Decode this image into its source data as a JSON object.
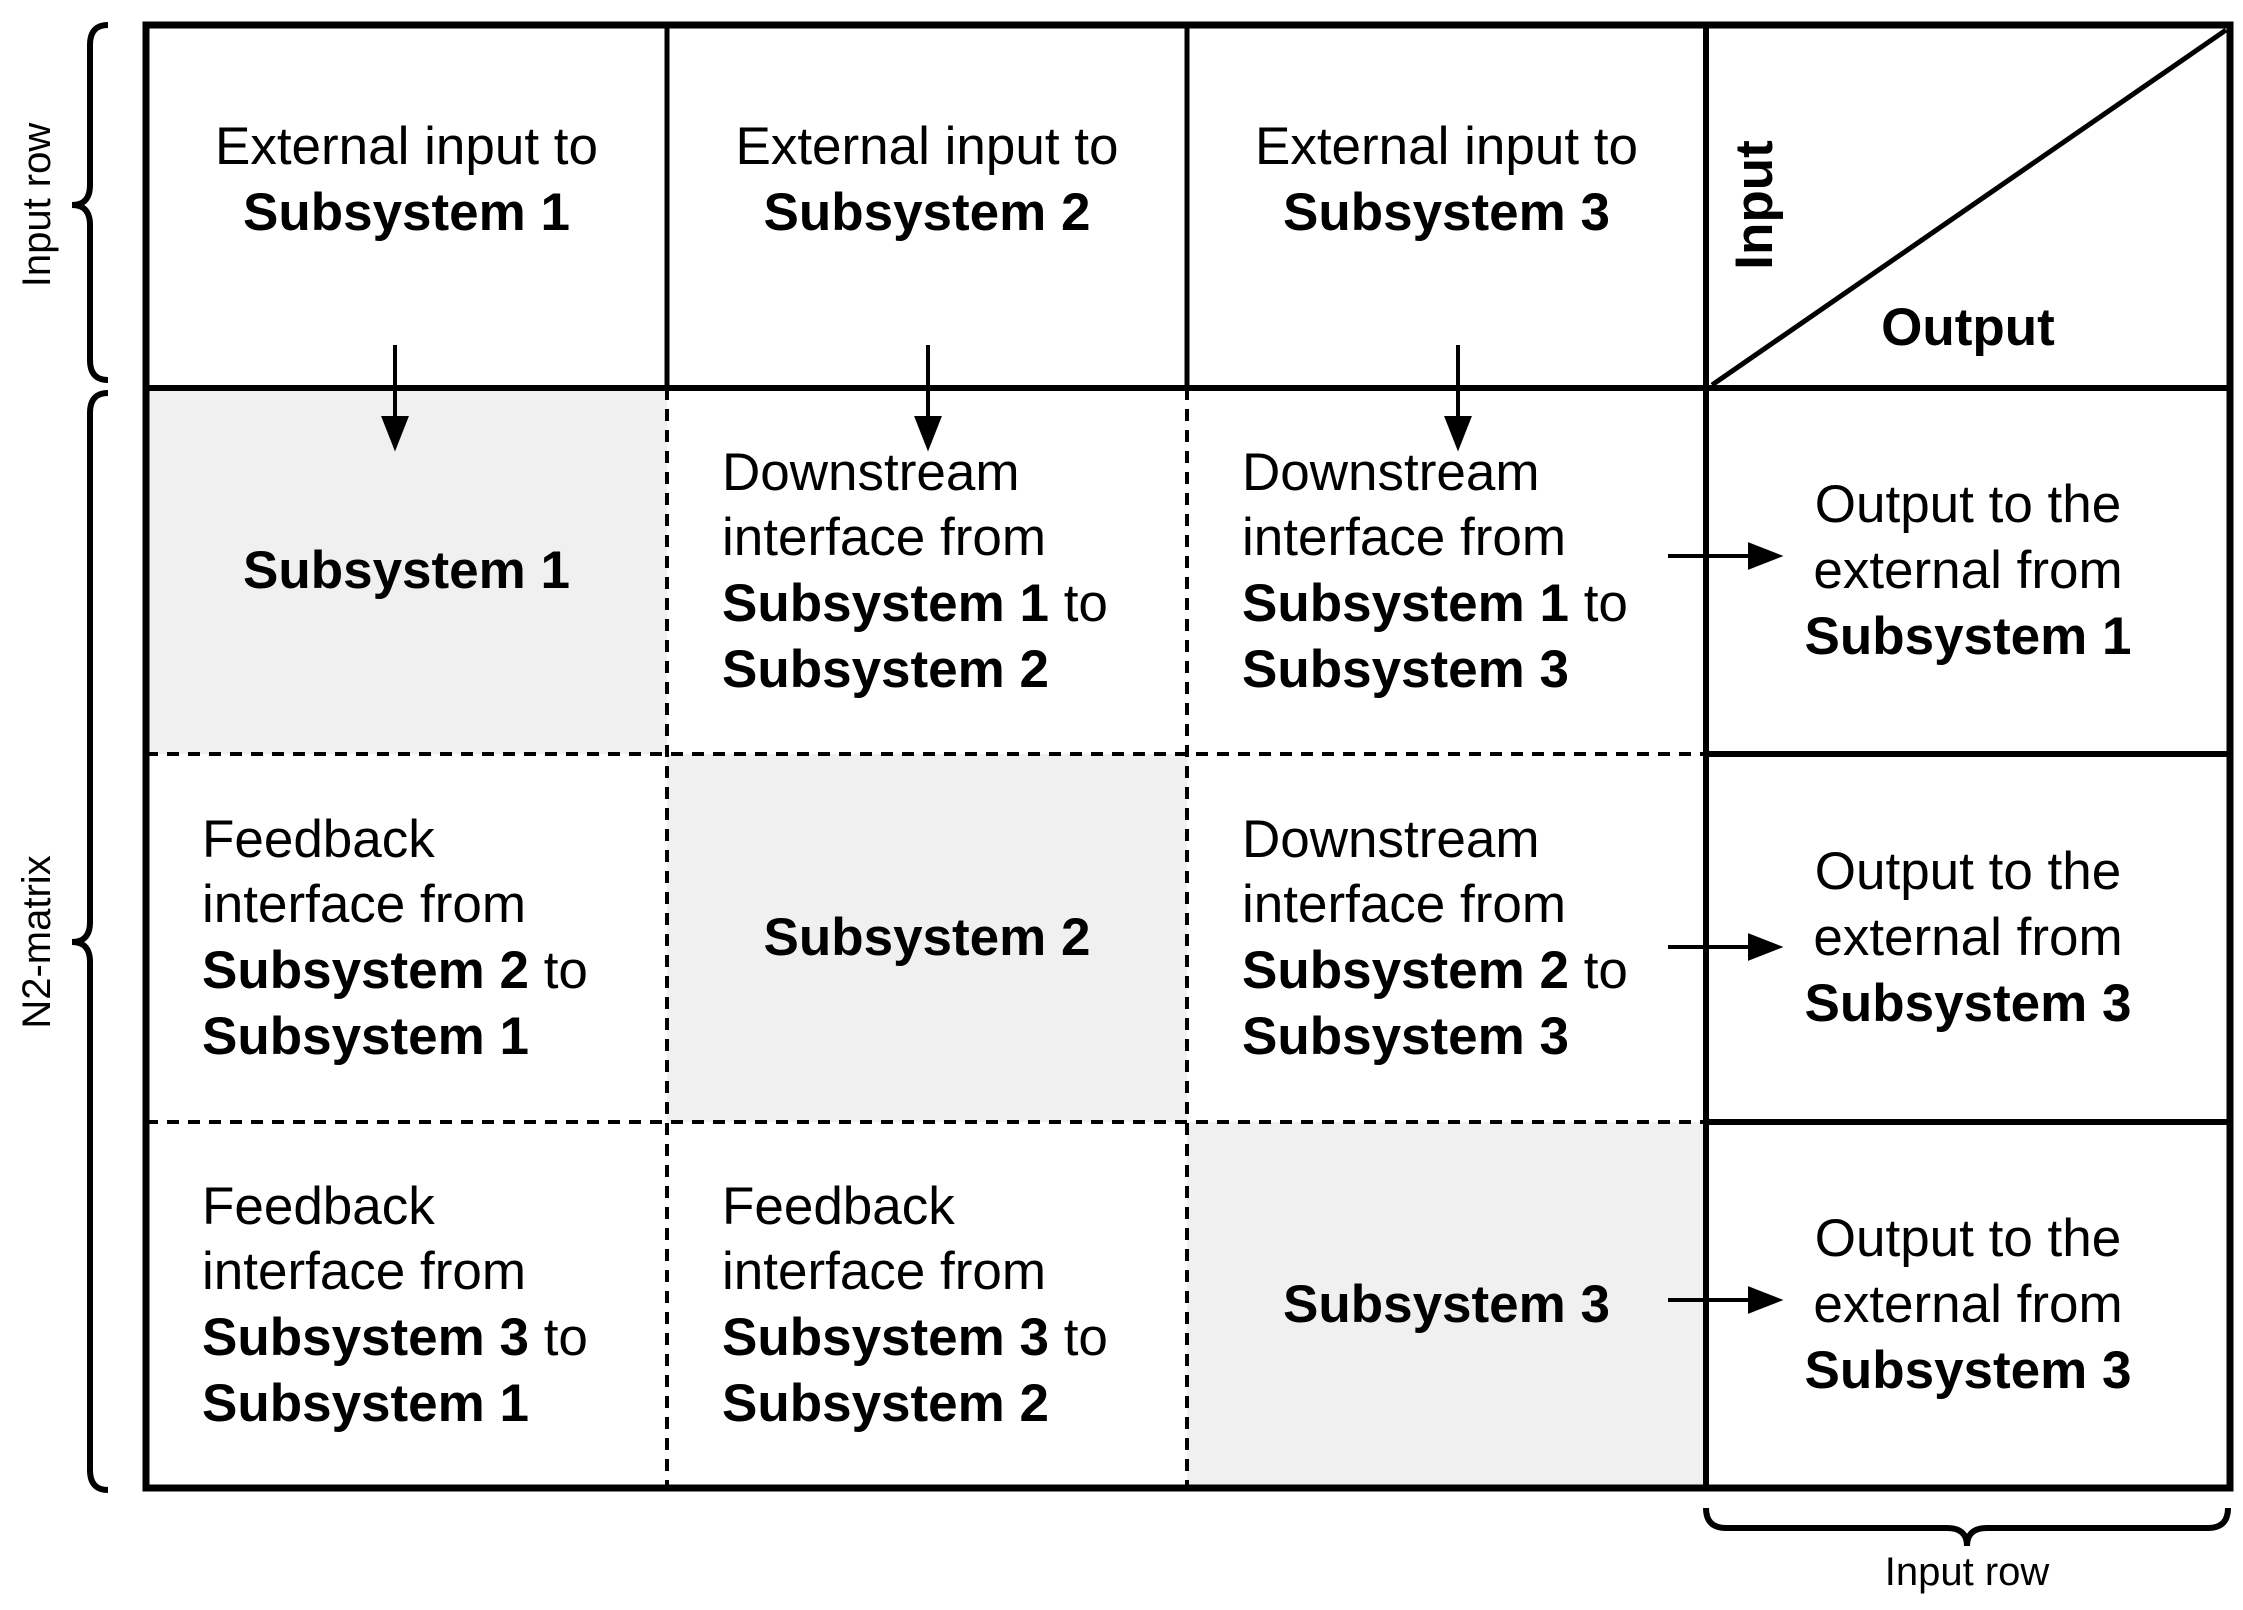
{
  "side_labels": {
    "input_row_top": "Input row",
    "n2_matrix": "N2-matrix",
    "input_row_bottom": "Input row"
  },
  "corner": {
    "input": "Input",
    "output": "Output"
  },
  "input_row": [
    {
      "line1": "External input to",
      "line2": "Subsystem 1"
    },
    {
      "line1": "External input to",
      "line2": "Subsystem 2"
    },
    {
      "line1": "External input to",
      "line2": "Subsystem 3"
    }
  ],
  "matrix": {
    "r1c1": {
      "name": "Subsystem 1"
    },
    "r1c2": {
      "l1": "Downstream",
      "l2": "interface from",
      "l3a": "Subsystem 1",
      "l3b": " to",
      "l4": "Subsystem 2"
    },
    "r1c3": {
      "l1": "Downstream",
      "l2": "interface from",
      "l3a": "Subsystem 1",
      "l3b": " to",
      "l4": "Subsystem 3"
    },
    "r2c1": {
      "l1": "Feedback",
      "l2": "interface from",
      "l3a": "Subsystem 2",
      "l3b": " to",
      "l4": "Subsystem 1"
    },
    "r2c2": {
      "name": "Subsystem 2"
    },
    "r2c3": {
      "l1": "Downstream",
      "l2": "interface from",
      "l3a": "Subsystem 2",
      "l3b": " to",
      "l4": "Subsystem 3"
    },
    "r3c1": {
      "l1": "Feedback",
      "l2": "interface from",
      "l3a": "Subsystem 3",
      "l3b": " to",
      "l4": "Subsystem 1"
    },
    "r3c2": {
      "l1": "Feedback",
      "l2": "interface from",
      "l3a": "Subsystem 3",
      "l3b": " to",
      "l4": "Subsystem 2"
    },
    "r3c3": {
      "name": "Subsystem 3"
    }
  },
  "outputs": [
    {
      "l1": "Output to the",
      "l2": "external from",
      "l3": "Subsystem 1"
    },
    {
      "l1": "Output to the",
      "l2": "external from",
      "l3": "Subsystem 3"
    },
    {
      "l1": "Output to the",
      "l2": "external from",
      "l3": "Subsystem 3"
    }
  ],
  "colors": {
    "diagonal_fill": "#f0f0f0",
    "line": "#000000"
  }
}
